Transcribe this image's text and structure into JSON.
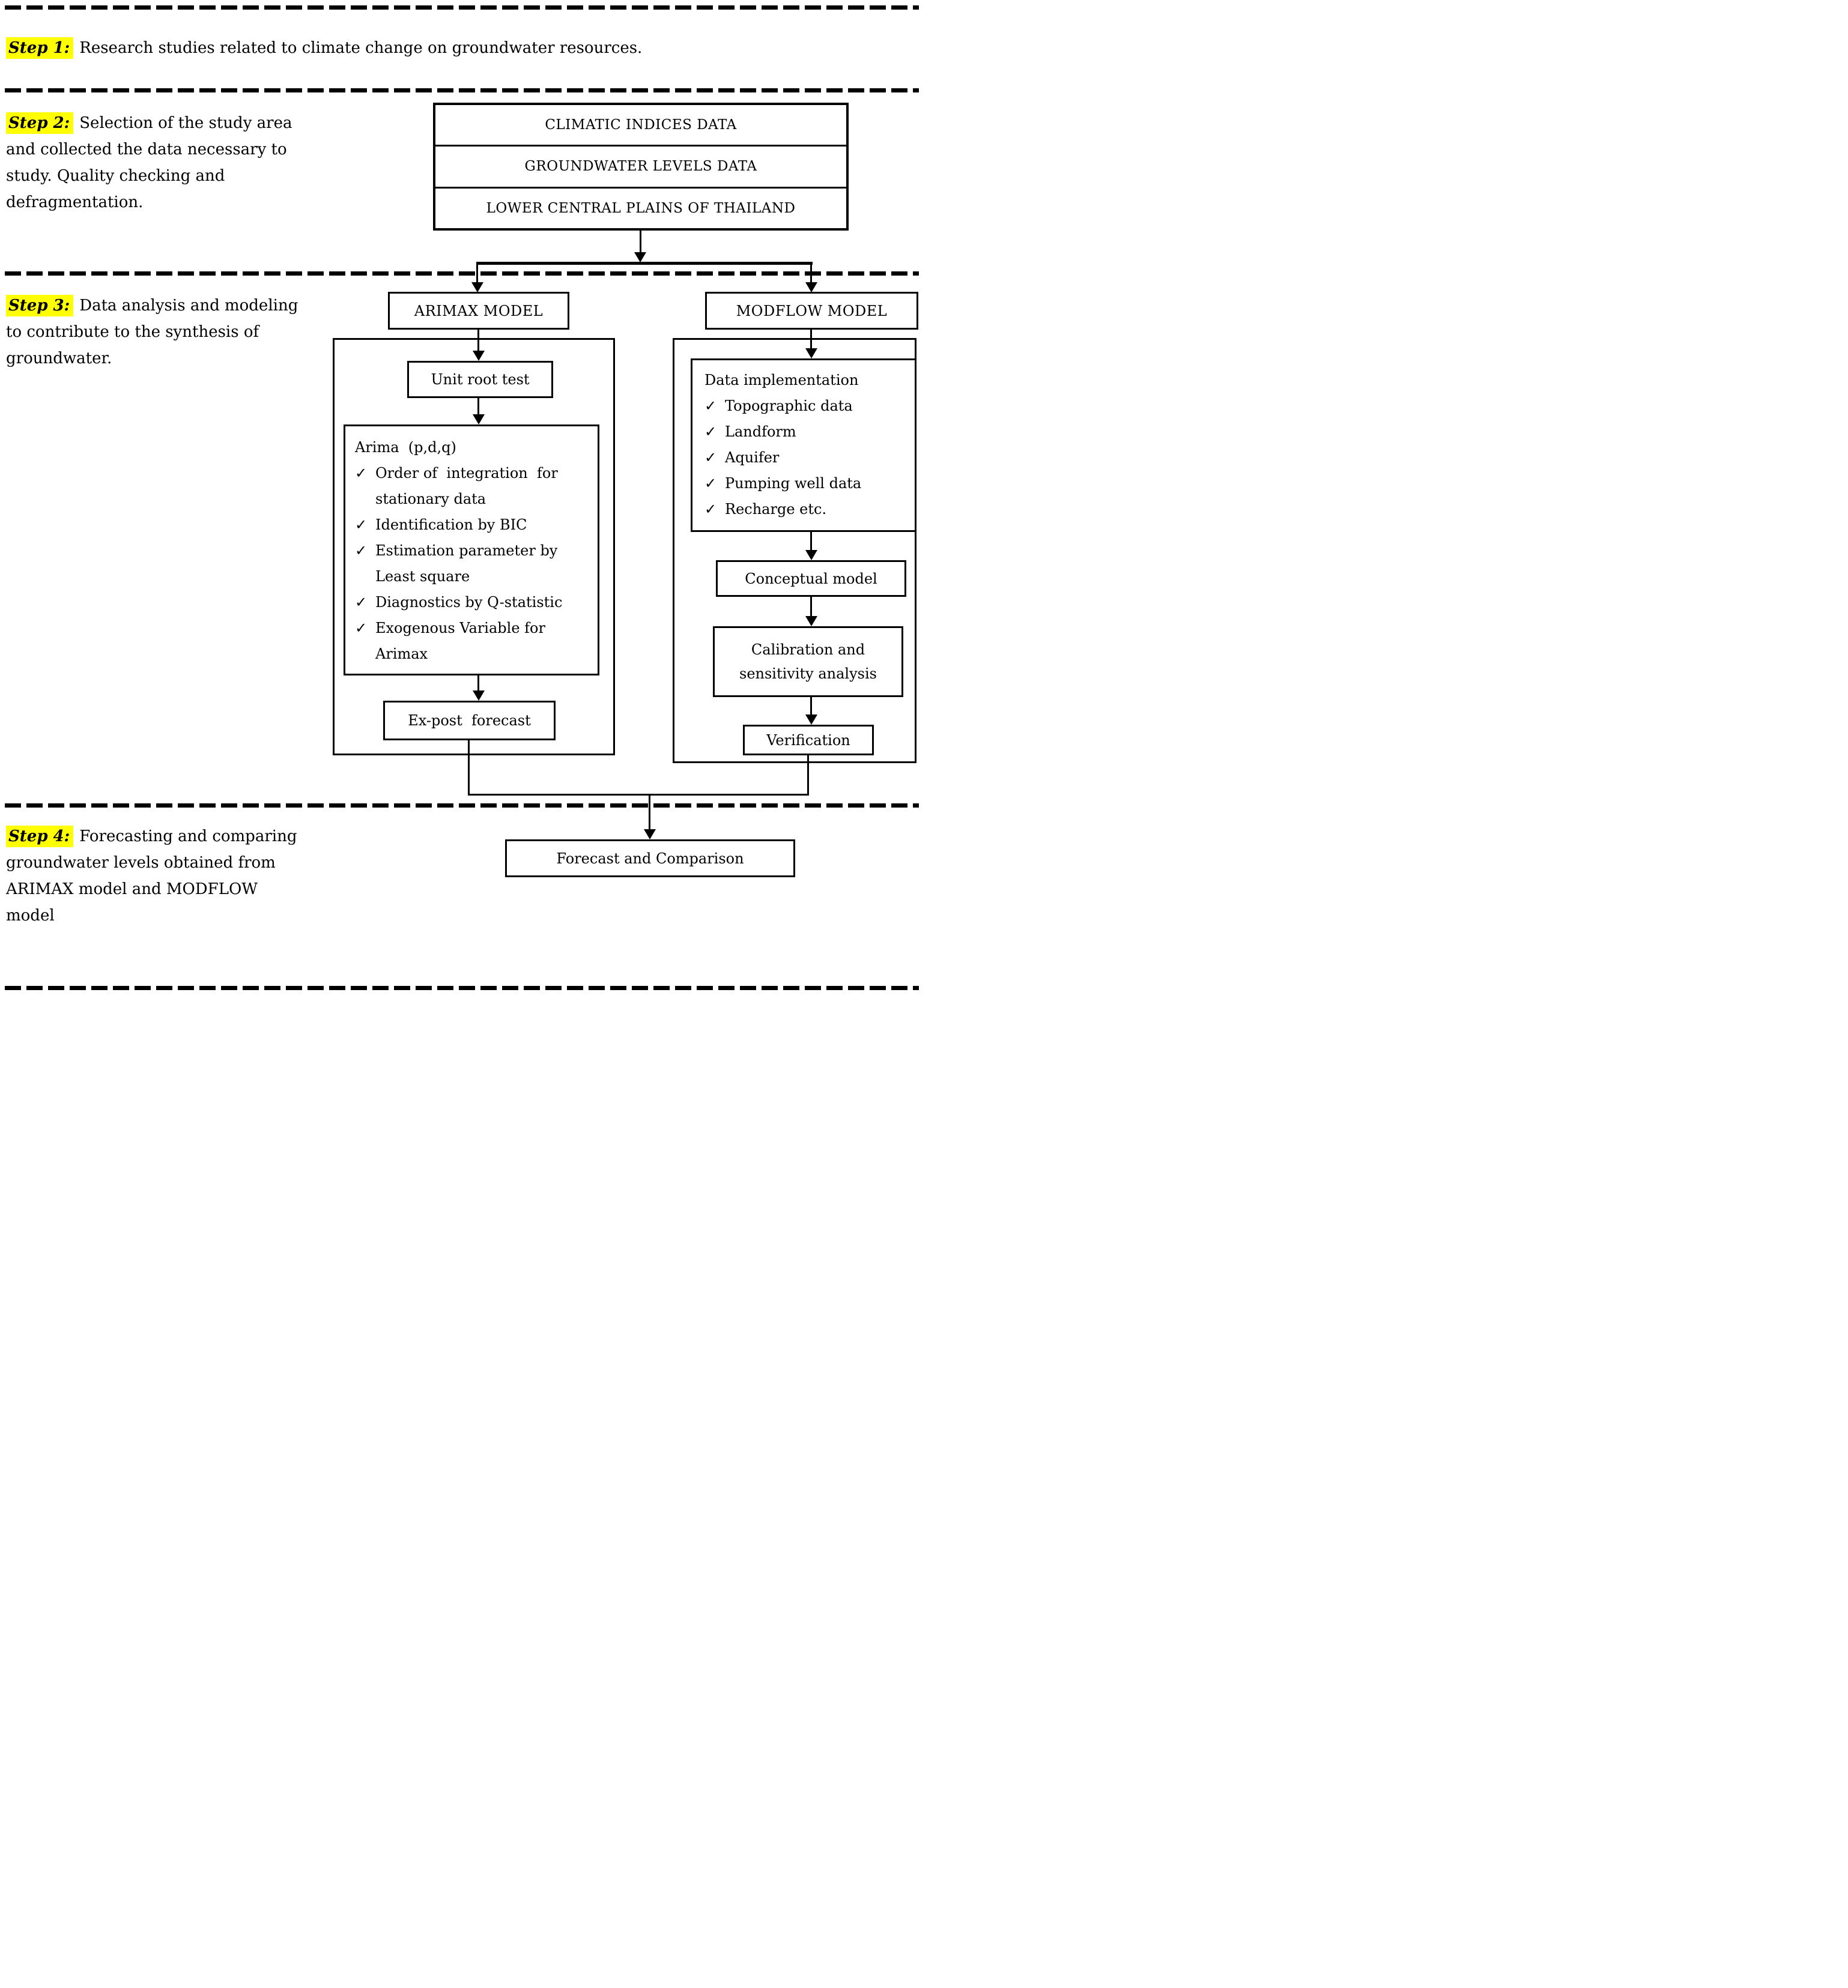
{
  "colors": {
    "highlight": "#ffff00",
    "ink": "#000000",
    "background": "#ffffff"
  },
  "check_icon": "✓",
  "step1": {
    "label": "Step 1:",
    "line1": "Research studies related to climate change on groundwater resources."
  },
  "step2": {
    "label": "Step 2:",
    "line1": "Selection of the study area",
    "line2": "and collected the data necessary to",
    "line3": "study. Quality checking and",
    "line4": "defragmentation."
  },
  "step3": {
    "label": "Step 3:",
    "line1": "Data analysis and modeling",
    "line2": "to contribute to the synthesis of",
    "line3": "groundwater."
  },
  "step4": {
    "label": "Step 4:",
    "line1": "Forecasting and comparing",
    "line2": "groundwater levels obtained from",
    "line3": "ARIMAX model and MODFLOW",
    "line4": "model"
  },
  "data_stack": {
    "rows": [
      "CLIMATIC INDICES DATA",
      "GROUNDWATER LEVELS DATA",
      "LOWER CENTRAL PLAINS OF THAILAND"
    ]
  },
  "arimax": {
    "title": "ARIMAX MODEL",
    "unit_root": "Unit root test",
    "box_lines": [
      {
        "b": "",
        "t": "Arima  (p,d,q)"
      },
      {
        "b": "✓",
        "t": "Order of  integration  for"
      },
      {
        "b": "",
        "t": "stationary data"
      },
      {
        "b": "✓",
        "t": "Identification by BIC"
      },
      {
        "b": "✓",
        "t": "Estimation parameter by"
      },
      {
        "b": "",
        "t": "Least square"
      },
      {
        "b": "✓",
        "t": "Diagnostics by Q-statistic"
      },
      {
        "b": "✓",
        "t": "Exogenous Variable for"
      },
      {
        "b": "",
        "t": "Arimax"
      }
    ],
    "expost": "Ex-post  forecast"
  },
  "modflow": {
    "title": "MODFLOW MODEL",
    "impl_lines": [
      {
        "b": "",
        "t": "Data implementation"
      },
      {
        "b": "✓",
        "t": "Topographic data"
      },
      {
        "b": "✓",
        "t": "Landform"
      },
      {
        "b": "✓",
        "t": "Aquifer"
      },
      {
        "b": "✓",
        "t": "Pumping well data"
      },
      {
        "b": "✓",
        "t": "Recharge etc."
      }
    ],
    "conceptual": "Conceptual model",
    "calibration_line1": "Calibration and",
    "calibration_line2": "sensitivity analysis",
    "verification": "Verification"
  },
  "forecast_box": "Forecast and Comparison"
}
